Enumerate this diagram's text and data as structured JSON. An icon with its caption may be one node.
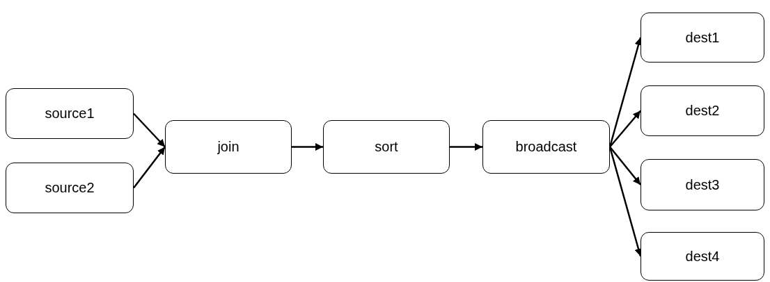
{
  "diagram": {
    "nodes": [
      {
        "text": [
          "source1"
        ]
      },
      {
        "text": [
          "source2"
        ]
      },
      {
        "text": [
          "join"
        ]
      },
      {
        "text": [
          "sort"
        ]
      },
      {
        "text": [
          "broadcast"
        ]
      },
      {
        "text": [
          "dest1"
        ]
      },
      {
        "text": [
          "dest2"
        ]
      },
      {
        "text": [
          "dest3"
        ]
      },
      {
        "text": [
          "dest4"
        ]
      }
    ],
    "edges": [
      {
        "from": 0,
        "to": 2,
        "arrow": "to"
      },
      {
        "from": 1,
        "to": 2,
        "arrow": "to"
      },
      {
        "from": 2,
        "to": 3,
        "arrow": "to"
      },
      {
        "from": 3,
        "to": 4,
        "arrow": "to"
      },
      {
        "from": 4,
        "to": 5,
        "arrow": "to"
      },
      {
        "from": 4,
        "to": 6,
        "arrow": "to"
      },
      {
        "from": 4,
        "to": 7,
        "arrow": "to"
      },
      {
        "from": 4,
        "to": 8,
        "arrow": "to"
      }
    ]
  }
}
